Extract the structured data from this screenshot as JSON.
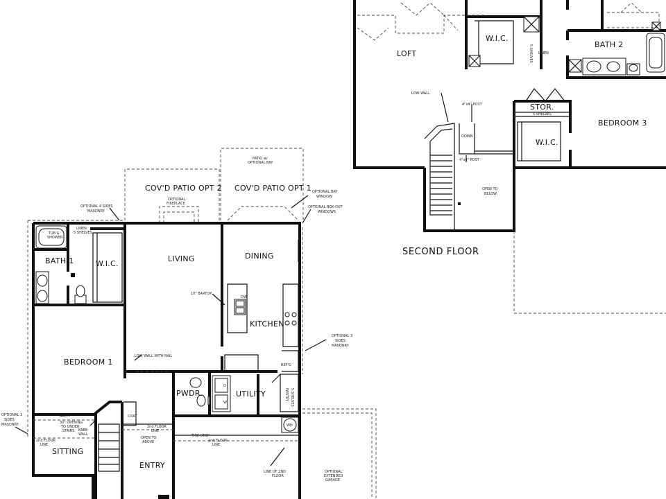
{
  "second_floor": {
    "title": "SECOND FLOOR",
    "rooms": {
      "loft": "LOFT",
      "wic_top": "W.I.C.",
      "bath2": "BATH 2",
      "stor": "STOR.",
      "bedroom3": "BEDROOM 3",
      "wic_bed3": "W.I.C."
    },
    "notes": {
      "low_wall": "LOW WALL",
      "post_top": "4\"x4\" POST",
      "post_bottom": "4\"x4\" POST",
      "down": "DOWN",
      "open_below_1": "OPEN TO",
      "open_below_2": "BELOW",
      "five_shelves_1": "5 SHELVES",
      "five_shelves_2": "5 SHELVES",
      "linen": "LINEN"
    }
  },
  "first_floor": {
    "rooms": {
      "patio2": "COV'D PATIO OPT 2",
      "patio1": "COV'D PATIO OPT 1",
      "bath1": "BATH 1",
      "wic": "W.I.C.",
      "living": "LIVING",
      "dining": "DINING",
      "kitchen": "KITCHEN",
      "bedroom1": "BEDROOM 1",
      "pwdr": "PWDR.",
      "utility": "UTILITY",
      "sitting": "SITTING",
      "entry": "ENTRY"
    },
    "notes": {
      "opt4_1": "OPTIONAL 4 SIDES",
      "opt4_2": "MASONRY",
      "opt_fire_1": "OPTIONAL",
      "opt_fire_2": "FIREPLACE",
      "patio_bay_1": "PATIO w/",
      "patio_bay_2": "OPTIONAL BAY",
      "bay_window_1": "OPTIONAL BAY",
      "bay_window_2": "WINDOW",
      "boxout_1": "OPTIONAL BOX-OUT",
      "boxout_2": "WINDOWS",
      "tub_1": "TUB &",
      "tub_2": "SHOWER",
      "linen_1": "LINEN",
      "linen_2": "5 SHELVES",
      "bartop": "10\" BARTOP",
      "dw": "DW",
      "low_wall_rail": "LOW WALL WITH RAIL",
      "opt3_right_1": "OPTIONAL 3",
      "opt3_right_2": "SIDES",
      "opt3_right_3": "MASONRY",
      "opt3_left_1": "OPTIONAL 3",
      "opt3_left_2": "SIDES",
      "opt3_left_3": "MASONRY",
      "refg": "REF'G",
      "pantry": "PANTRY",
      "pantry_shelves": "5 SHELVES",
      "wh": "WH",
      "arch": "ARCH",
      "opening_1": "30\" OPENING",
      "opening_2": "TO UNDER",
      "opening_3": "STAIRS",
      "knee_1": "KNEE",
      "knee_2": "WALL",
      "coat": "COAT",
      "floor_line_1": "2nd FLOOR",
      "floor_line_2": "LINE",
      "floor_line_left_1": "2nd FLOOR",
      "floor_line_left_2": "LINE",
      "floor_line_mid_1": "2nd FLOOR",
      "floor_line_mid_2": "LINE",
      "open_above_1": "OPEN TO",
      "open_above_2": "ABOVE",
      "tire_stop": "TIRE STOP",
      "line_2nd_1": "LINE OF 2ND",
      "line_2nd_2": "FLOOR",
      "garage_1": "OPTIONAL",
      "garage_2": "EXTENDED",
      "garage_3": "GARAGE",
      "d": "D",
      "w": "W"
    }
  }
}
